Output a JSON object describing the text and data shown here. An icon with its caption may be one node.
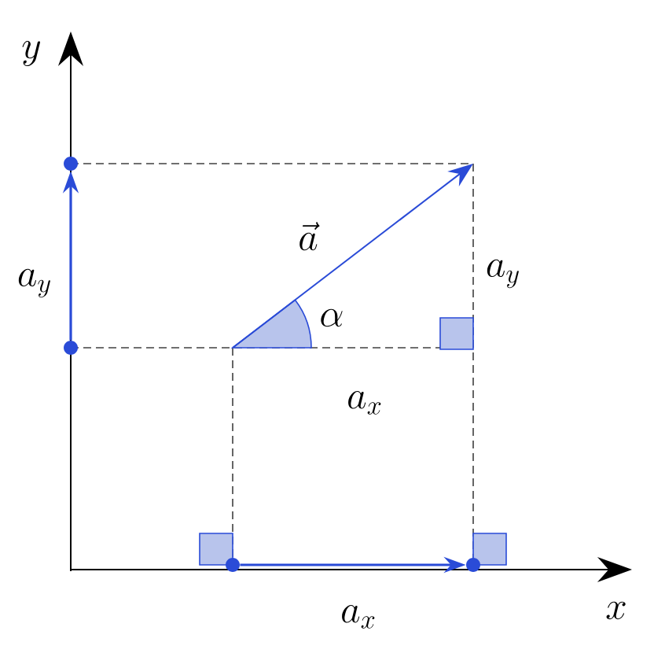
{
  "diagram": {
    "nodes": [
      {
        "text": [],
        "shape": "circle"
      },
      {
        "text": [],
        "shape": "circle"
      },
      {
        "text": [],
        "shape": "circle"
      },
      {
        "text": [],
        "shape": "circle"
      }
    ],
    "edges": [
      {
        "from": 0,
        "to": 1,
        "arrow": "to",
        "label": "a_y"
      },
      {
        "from": 2,
        "to": 3,
        "arrow": "to",
        "label": "a_x"
      }
    ],
    "labels": [
      "y",
      "x",
      "\\vec{a}",
      "\\alpha",
      "a_y",
      "a_x"
    ]
  }
}
